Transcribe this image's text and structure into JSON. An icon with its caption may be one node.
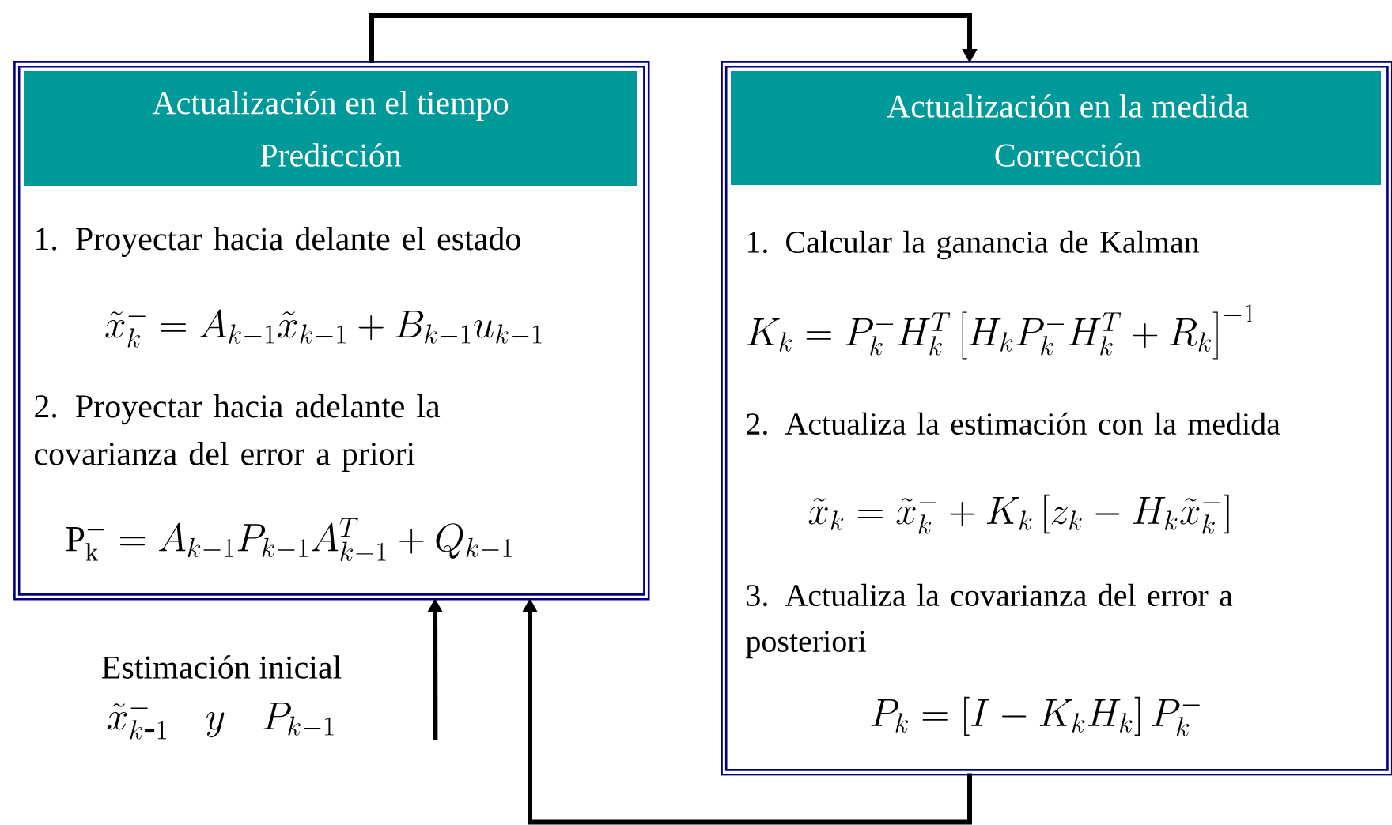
{
  "diagram": {
    "nodes": [
      {
        "text": [
          "Actualización en el tiempo",
          "Predicción",
          "1. Proyectar hacia delante el estado",
          "\\tilde{x}_k^{-} = A_{k-1}\\tilde{x}_{k-1} + B_{k-1}u_{k-1}",
          "2. Proyectar hacia adelante la covarianza del error a priori",
          "\\mathrm{P}_{\\mathrm{k}}^{-} = A_{k-1}P_{k-1}A_{k-1}^{T} + Q_{k-1}"
        ]
      },
      {
        "text": [
          "Actualización en la medida",
          "Corrección",
          "1. Calcular la ganancia de Kalman",
          "K_k = P_k^{-}H_k^{T}\\left[H_kP_k^{-}H_k^{T} + R_k\\right]^{-1}",
          "2. Actualiza la estimación con la medida",
          "\\tilde{x}_k = \\tilde{x}_k^{-} + K_k\\left[z_k - H_k\\tilde{x}_k^{-}\\right]",
          "3. Actualiza la covarianza del error a posteriori",
          "P_k = \\left[I - K_kH_k\\right]P_k^{-}"
        ]
      },
      {
        "text": [
          "Estimación inicial",
          "\\tilde{x}_{k\\mbox{-}1}^{-}\\quad y\\quad P_{k-1}"
        ]
      }
    ],
    "edges": [
      {
        "from": 0,
        "to": 1,
        "arrow": "to"
      },
      {
        "from": 1,
        "to": 0,
        "arrow": "to"
      },
      {
        "from": 2,
        "to": 0,
        "arrow": "to"
      }
    ]
  }
}
